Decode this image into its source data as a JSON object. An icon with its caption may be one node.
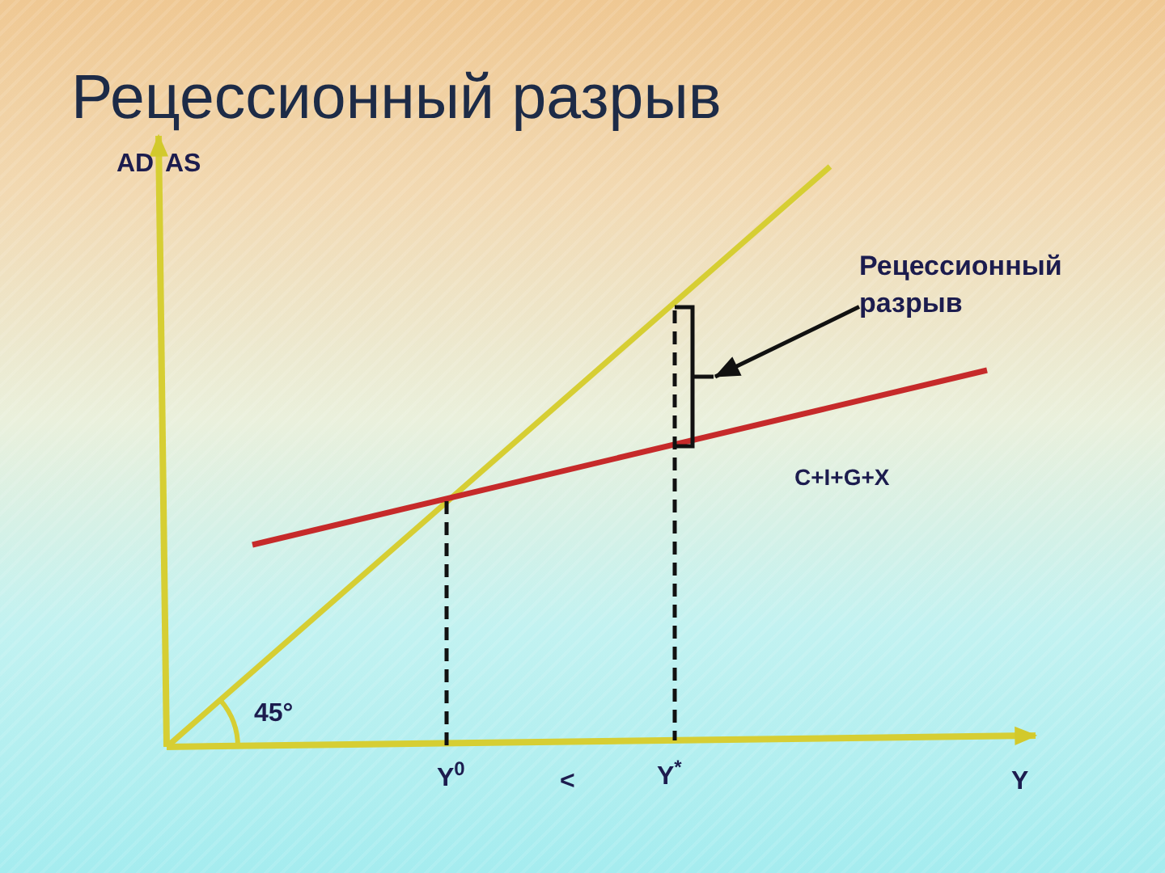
{
  "diagram": {
    "title": "Рецессионный разрыв",
    "nodes": [
      {
        "text": [
          "Рецессионный разрыв"
        ]
      },
      {
        "text": [],
        "shape": "bracket"
      }
    ],
    "edges": [
      {
        "from": 0,
        "to": 1,
        "arrow": "to"
      }
    ],
    "labels": [
      "AD AS",
      "C+I+G+X",
      "45°",
      "Y$^{0}$",
      "<",
      "Y$^{*}$",
      "Y"
    ]
  }
}
